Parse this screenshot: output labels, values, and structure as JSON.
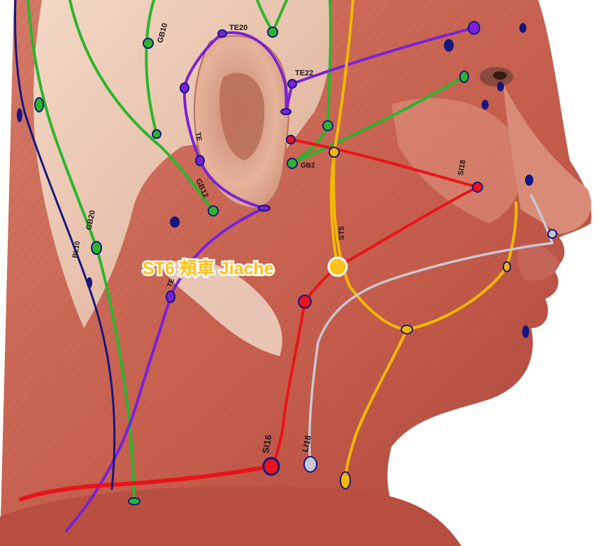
{
  "main_label": {
    "text": "ST6 頰車 Jiache"
  },
  "point_labels": {
    "te20": "TE20",
    "gb10": "GB10",
    "te22": "TE22",
    "gb2": "GB2",
    "gb12": "GB12",
    "si18": "SI18",
    "st5": "ST5",
    "gb20": "GB20",
    "si16": "SI16",
    "li18": "LI18",
    "te": "TE",
    "te_ear": "TE",
    "bl10": "BL10"
  },
  "colors": {
    "green": "#2bb52b",
    "purple": "#7a22d6",
    "red": "#e8141c",
    "yellow": "#f2b705",
    "gray": "#c8c8d2",
    "navy": "#161680",
    "highlight": "#ffc21a"
  }
}
